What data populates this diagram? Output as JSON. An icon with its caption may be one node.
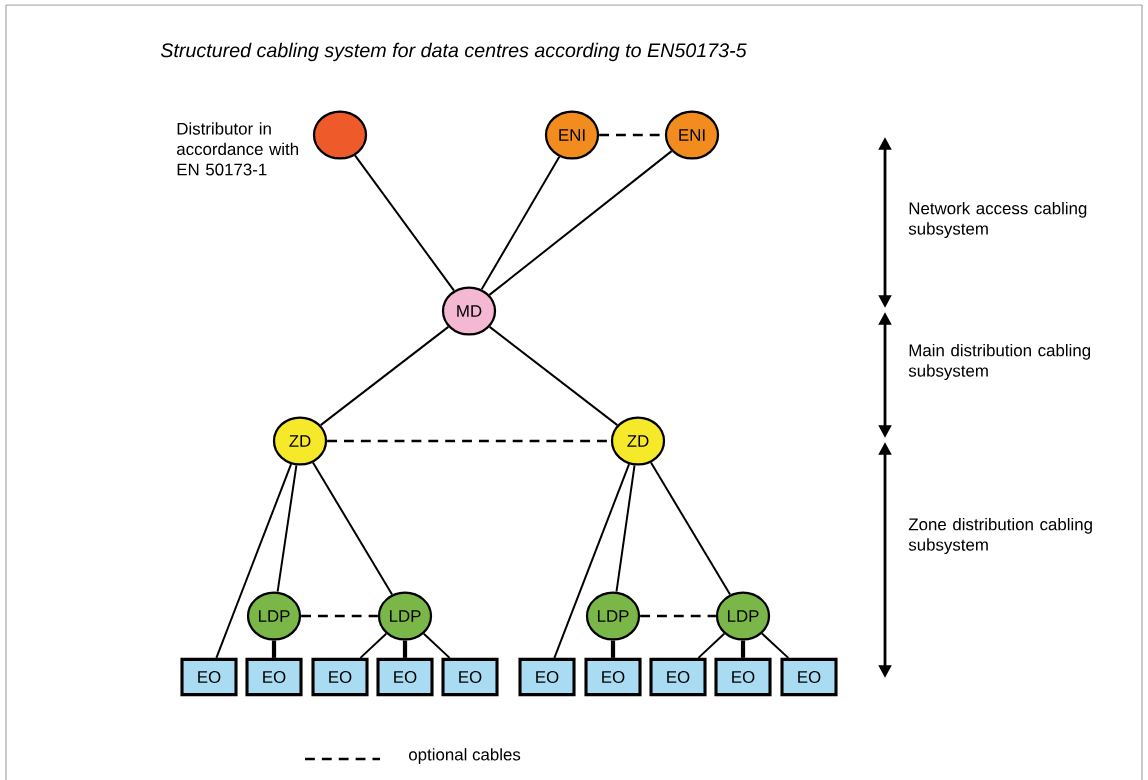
{
  "diagram": {
    "title": "Structured cabling system for data centres according to EN50173-5",
    "nodes": [
      {
        "text": [],
        "shape": "circle",
        "beside": [
          "Distributor in accordance with EN 50173-1"
        ]
      },
      {
        "text": [
          "ENI"
        ]
      },
      {
        "text": [
          "ENI"
        ]
      },
      {
        "text": [
          "MD"
        ]
      },
      {
        "text": [
          "ZD"
        ]
      },
      {
        "text": [
          "ZD"
        ]
      },
      {
        "text": [
          "LDP"
        ]
      },
      {
        "text": [
          "LDP"
        ]
      },
      {
        "text": [
          "LDP"
        ]
      },
      {
        "text": [
          "LDP"
        ]
      },
      {
        "text": [
          "EO"
        ]
      },
      {
        "text": [
          "EO"
        ]
      },
      {
        "text": [
          "EO"
        ]
      },
      {
        "text": [
          "EO"
        ]
      },
      {
        "text": [
          "EO"
        ]
      },
      {
        "text": [
          "EO"
        ]
      },
      {
        "text": [
          "EO"
        ]
      },
      {
        "text": [
          "EO"
        ]
      },
      {
        "text": [
          "EO"
        ]
      },
      {
        "text": [
          "EO"
        ]
      }
    ],
    "edges": [
      {
        "from": 0,
        "to": 3,
        "arrow": "none"
      },
      {
        "from": 1,
        "to": 3,
        "arrow": "none"
      },
      {
        "from": 2,
        "to": 3,
        "arrow": "none"
      },
      {
        "from": 1,
        "to": 2,
        "arrow": "none",
        "style": "dashed"
      },
      {
        "from": 3,
        "to": 4,
        "arrow": "none"
      },
      {
        "from": 3,
        "to": 5,
        "arrow": "none"
      },
      {
        "from": 4,
        "to": 5,
        "arrow": "none",
        "style": "dashed"
      },
      {
        "from": 4,
        "to": 10,
        "arrow": "none"
      },
      {
        "from": 4,
        "to": 6,
        "arrow": "none"
      },
      {
        "from": 4,
        "to": 7,
        "arrow": "none"
      },
      {
        "from": 6,
        "to": 7,
        "arrow": "none",
        "style": "dashed"
      },
      {
        "from": 6,
        "to": 11,
        "arrow": "none",
        "style": "thick"
      },
      {
        "from": 7,
        "to": 12,
        "arrow": "none"
      },
      {
        "from": 7,
        "to": 13,
        "arrow": "none",
        "style": "thick"
      },
      {
        "from": 7,
        "to": 14,
        "arrow": "none"
      },
      {
        "from": 5,
        "to": 15,
        "arrow": "none"
      },
      {
        "from": 5,
        "to": 8,
        "arrow": "none"
      },
      {
        "from": 5,
        "to": 9,
        "arrow": "none"
      },
      {
        "from": 8,
        "to": 9,
        "arrow": "none",
        "style": "dashed"
      },
      {
        "from": 8,
        "to": 16,
        "arrow": "none",
        "style": "thick"
      },
      {
        "from": 9,
        "to": 17,
        "arrow": "none"
      },
      {
        "from": 9,
        "to": 18,
        "arrow": "none",
        "style": "thick"
      },
      {
        "from": 9,
        "to": 19,
        "arrow": "none"
      }
    ],
    "labels": [
      "Network access cabling subsystem",
      "Main distribution cabling subsystem",
      "Zone distribution cabling subsystem"
    ],
    "legend": [
      {
        "text": "optional cables"
      }
    ]
  }
}
